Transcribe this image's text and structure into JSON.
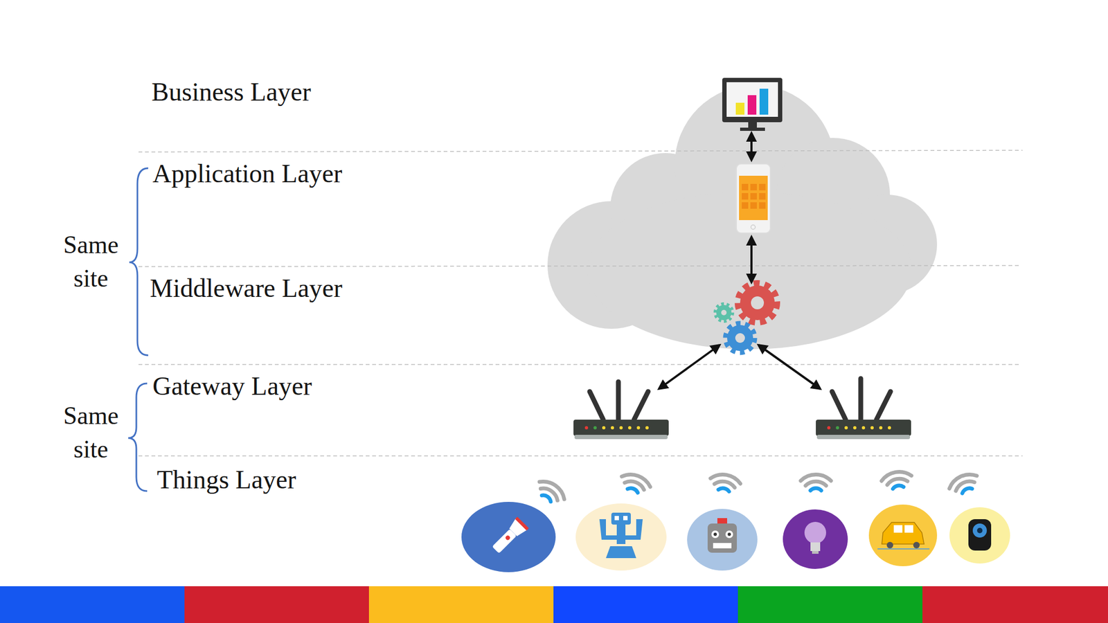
{
  "diagram": {
    "labels": [
      "Business Layer",
      "Application Layer",
      "Same site",
      "Middleware Layer",
      "Gateway Layer",
      "Same site",
      "Things Layer"
    ]
  }
}
